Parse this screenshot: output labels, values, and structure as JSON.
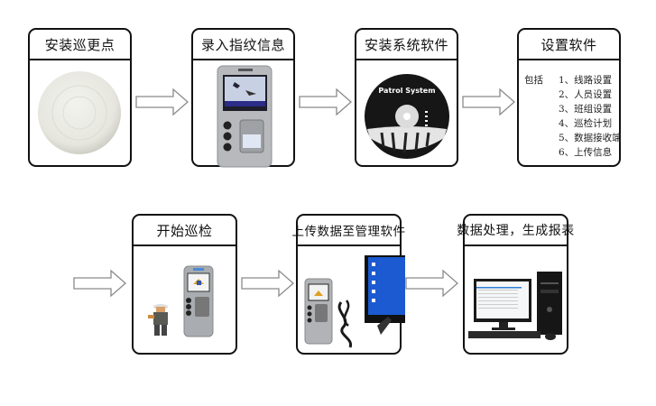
{
  "diagram": {
    "type": "process-flow",
    "steps": [
      {
        "id": 1,
        "title": "安装巡更点",
        "image": "patrol-checkpoint-tag"
      },
      {
        "id": 2,
        "title": "录入指纹信息",
        "image": "fingerprint-patrol-device"
      },
      {
        "id": 3,
        "title": "安装系统软件",
        "image": "software-cd",
        "cd_label": "Patrol System"
      },
      {
        "id": 4,
        "title": "设置软件",
        "list_lead": "包括",
        "items": [
          "1、线路设置",
          "2、人员设置",
          "3、班组设置",
          "4、巡检计划",
          "5、数据接收端",
          "6、上传信息"
        ]
      },
      {
        "id": 5,
        "title": "开始巡检",
        "image": "guard-with-patrol-device"
      },
      {
        "id": 6,
        "title": "上传数据至管理软件",
        "image": "device-cable-monitor"
      },
      {
        "id": 7,
        "title": "数据处理，生成报表",
        "image": "desktop-computer"
      }
    ],
    "arrows": [
      {
        "from": 1,
        "to": 2
      },
      {
        "from": 2,
        "to": 3
      },
      {
        "from": 3,
        "to": 4
      },
      {
        "from": "start",
        "to": 5
      },
      {
        "from": 5,
        "to": 6
      },
      {
        "from": 6,
        "to": 7
      }
    ]
  }
}
